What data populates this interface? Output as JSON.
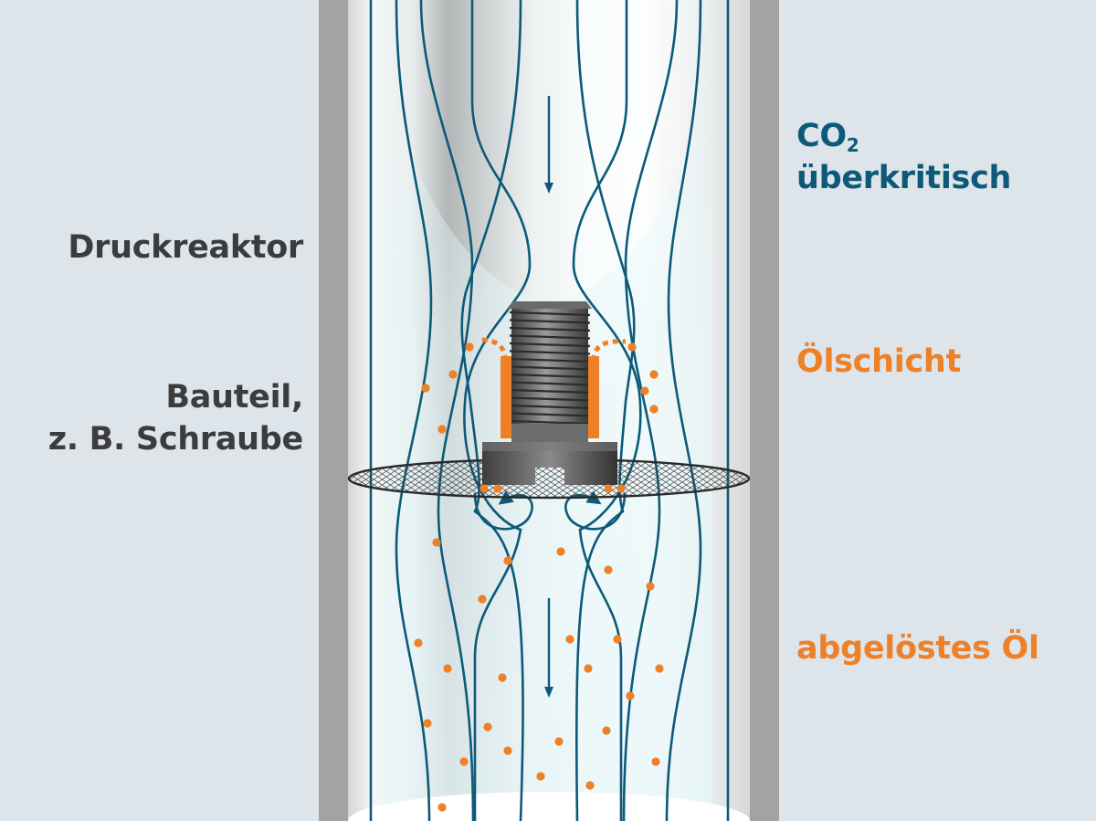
{
  "labels": {
    "reactor": "Druckreaktor",
    "part_line1": "Bauteil,",
    "part_line2": "z. B. Schraube",
    "co2_main": "CO",
    "co2_sub": "2",
    "co2_state": "überkritisch",
    "oil_layer": "Ölschicht",
    "dissolved_oil": "abgelöstes Öl"
  },
  "colors": {
    "background": "#dde4ea",
    "reactor_wall": "#a3a3a3",
    "flow_lines": "#0c5a78",
    "oil": "#ee8028",
    "left_text": "#3c3c3c",
    "screw": "#5c5c5c"
  },
  "icons": {
    "flow_arrow": "down-arrow-icon",
    "vortex": "curved-arrow-icon"
  }
}
